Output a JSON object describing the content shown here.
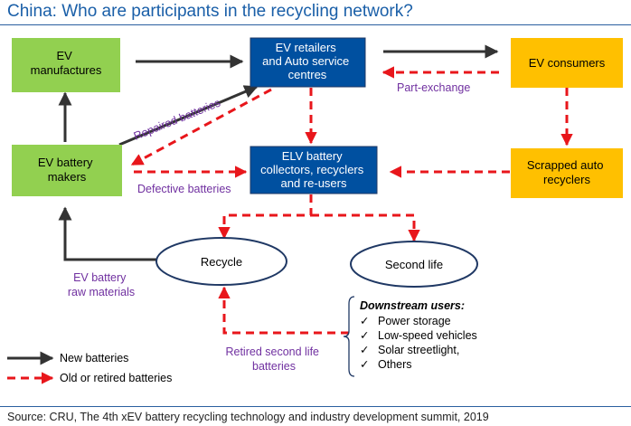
{
  "title": "China: Who are participants in the recycling network?",
  "source": "Source: CRU, The 4th xEV battery recycling technology and industry development summit, 2019",
  "colors": {
    "green_box": "#92d050",
    "blue_box": "#0050a0",
    "orange_box": "#ffc000",
    "new_arrow": "#333333",
    "old_arrow": "#e8161b",
    "label_purple": "#7030a0",
    "ellipse_border": "#1f3864"
  },
  "nodes": {
    "ev_manufactures": [
      "EV",
      "manufactures"
    ],
    "ev_retailers": [
      "EV retailers",
      "and Auto service",
      "centres"
    ],
    "ev_consumers": [
      "EV consumers"
    ],
    "ev_battery_makers": [
      "EV battery",
      "makers"
    ],
    "elv_collectors": [
      "ELV battery",
      "collectors, recyclers",
      "and re-users"
    ],
    "scrapped_recyclers": [
      "Scrapped auto",
      "recyclers"
    ],
    "recycle": [
      "Recycle"
    ],
    "second_life": [
      "Second life"
    ]
  },
  "edge_labels": {
    "repaired": "Repaired batteries",
    "part_exchange": "Part-exchange",
    "defective": "Defective batteries",
    "raw_materials": [
      "EV battery",
      "raw materials"
    ],
    "retired_second_life": [
      "Retired second life",
      "batteries"
    ]
  },
  "downstream": {
    "heading": "Downstream users:",
    "items": [
      "Power storage",
      "Low-speed vehicles",
      "Solar streetlight,",
      "Others"
    ],
    "check": "✓"
  },
  "legend": {
    "new": "New batteries",
    "old": "Old or retired batteries"
  }
}
